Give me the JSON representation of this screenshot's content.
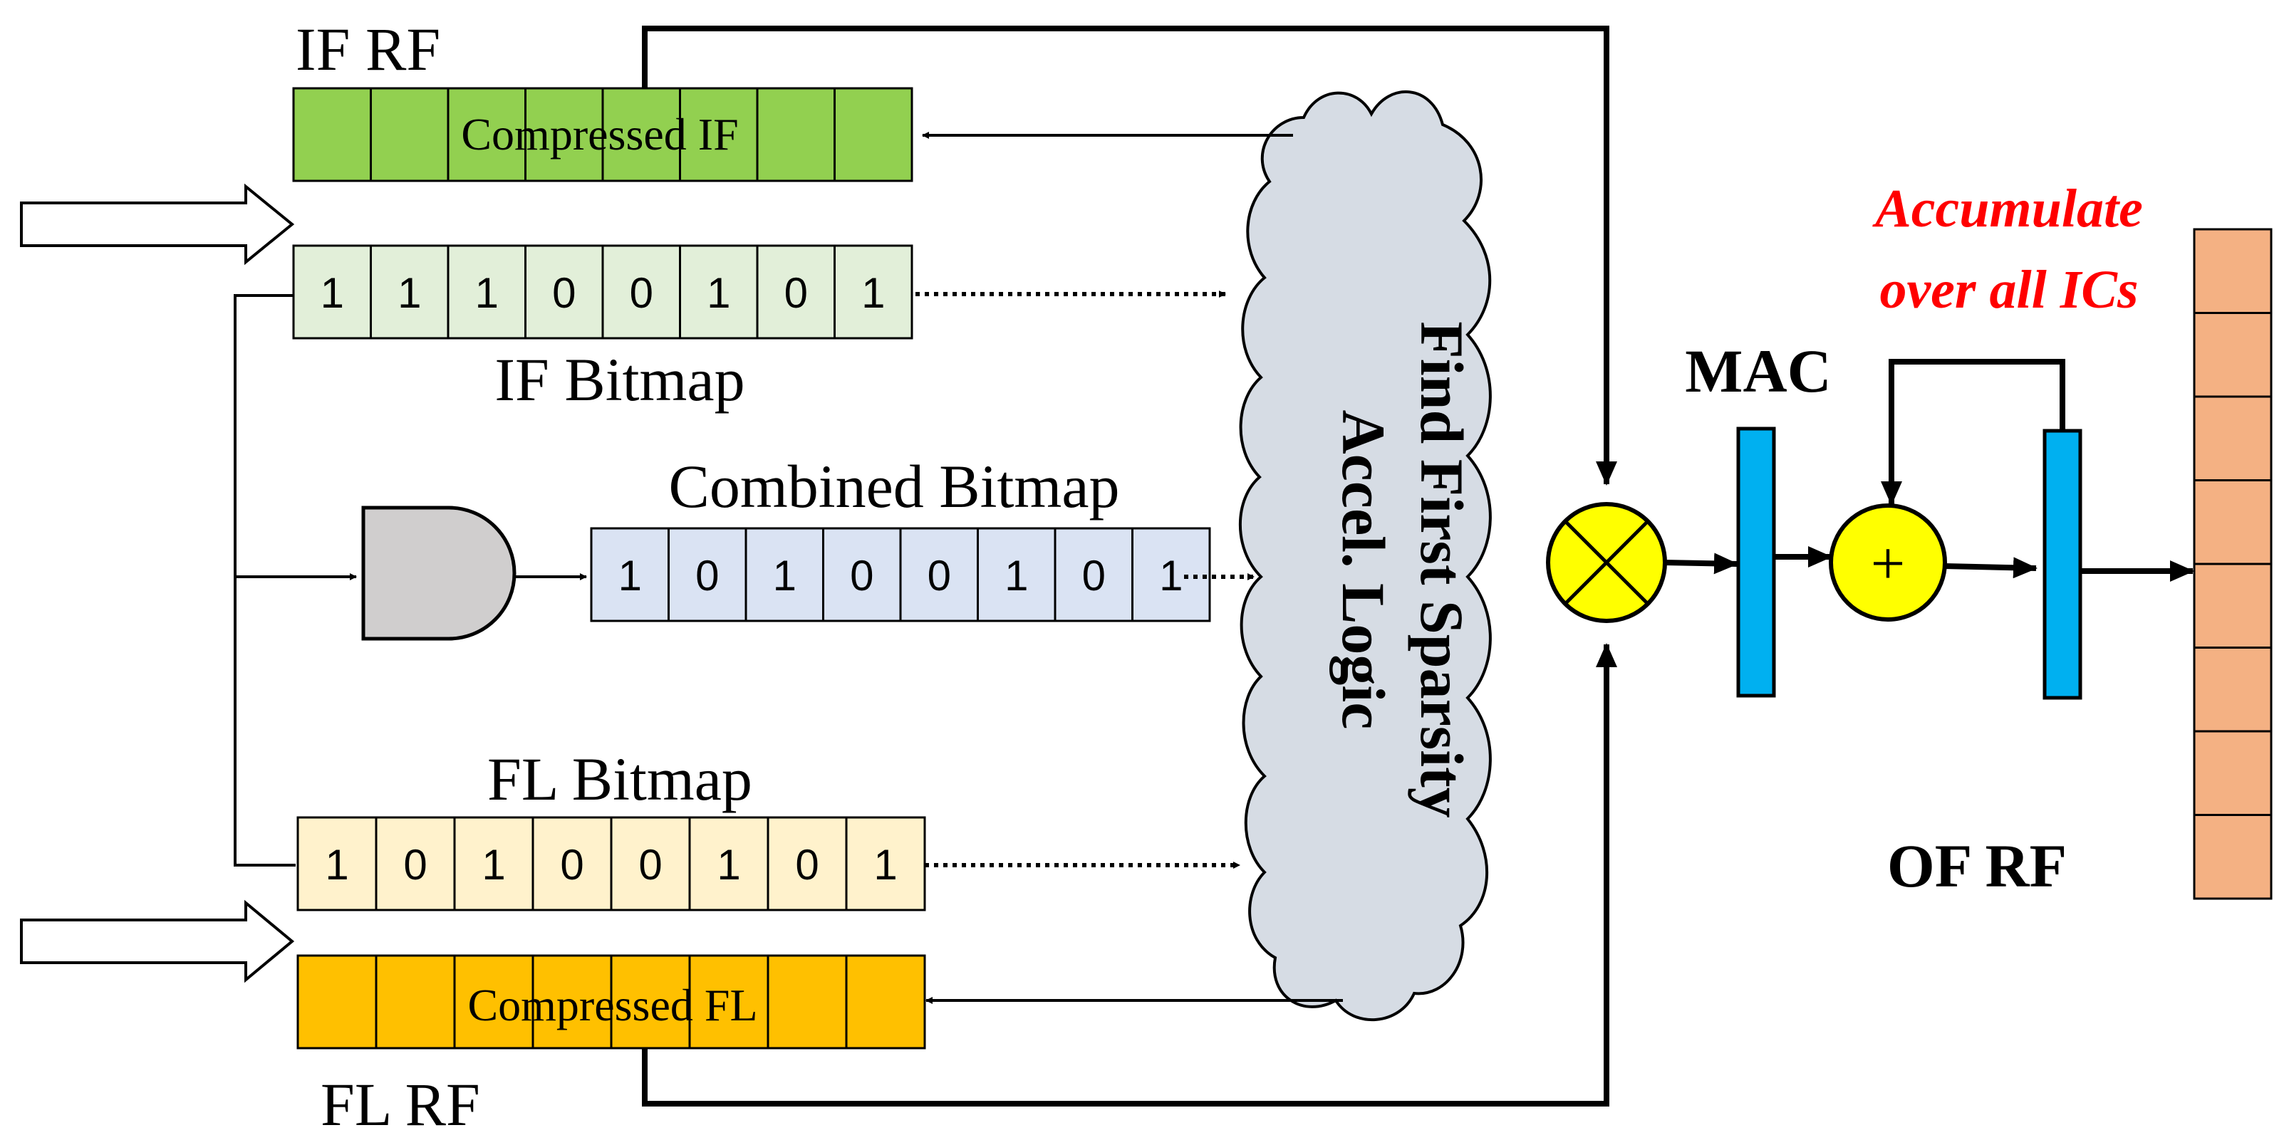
{
  "labels": {
    "if_rf": "IF RF",
    "if_bitmap": "IF Bitmap",
    "combined_bitmap": "Combined Bitmap",
    "fl_bitmap": "FL Bitmap",
    "fl_rf": "FL RF",
    "compressed_if": "Compressed IF",
    "compressed_fl": "Compressed FL",
    "cloud_line1": "Find First  Sparsity",
    "cloud_line2": "Accel. Logic",
    "mac": "MAC",
    "plus": "+",
    "accumulate_line1": "Accumulate",
    "accumulate_line2": "over all ICs",
    "of_rf": "OF RF"
  },
  "bitmaps": {
    "if": [
      "1",
      "1",
      "1",
      "0",
      "0",
      "1",
      "0",
      "1"
    ],
    "combined": [
      "1",
      "0",
      "1",
      "0",
      "0",
      "1",
      "0",
      "1"
    ],
    "fl": [
      "1",
      "0",
      "1",
      "0",
      "0",
      "1",
      "0",
      "1"
    ]
  },
  "colors": {
    "if_rf": "#92d050",
    "if_bitmap": "#e2efd9",
    "combined_bitmap": "#dae3f3",
    "fl_bitmap": "#fff2cc",
    "fl_rf": "#ffc000",
    "cloud": "#d6dce4",
    "multiplier": "#ffff00",
    "pipeline_reg": "#00b0f0",
    "of_rf": "#f4b183",
    "and_gate": "#d0cece",
    "accumulate_text": "#ff0000"
  }
}
